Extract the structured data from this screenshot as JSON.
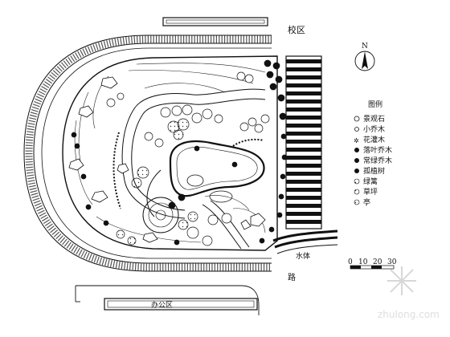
{
  "plan": {
    "label_top": "校区",
    "label_road": "路",
    "label_bottom": "办公区",
    "label_stream": "水体",
    "north": "N"
  },
  "legend": {
    "title": "图例",
    "items": [
      {
        "label": "景观石",
        "symbol": "open-circle"
      },
      {
        "label": "小乔木",
        "symbol": "small-circle"
      },
      {
        "label": "花灌木",
        "symbol": "star"
      },
      {
        "label": "落叶乔木",
        "symbol": "solid-circle"
      },
      {
        "label": "常绿乔木",
        "symbol": "solid-circle"
      },
      {
        "label": "孤植树",
        "symbol": "solid-circle"
      },
      {
        "label": "绿篱",
        "symbol": "dotted"
      },
      {
        "label": "草坪",
        "symbol": "dotted"
      },
      {
        "label": "亭",
        "symbol": "dotted"
      }
    ]
  },
  "scale_bar": {
    "ticks": [
      "0",
      "10",
      "20",
      "30"
    ]
  },
  "watermark": {
    "text": "zhulong.com"
  }
}
